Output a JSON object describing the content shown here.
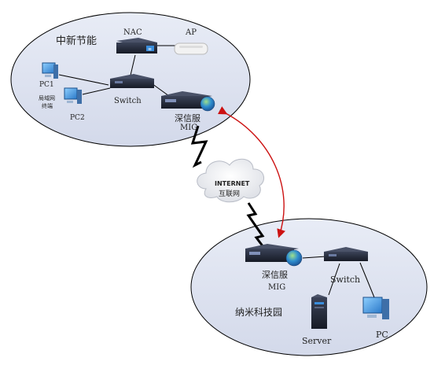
{
  "sites": {
    "top": {
      "name": "中新节能"
    },
    "bottom": {
      "name": "纳米科技园"
    }
  },
  "devices": {
    "nac": "NAC",
    "ap": "AP",
    "pc1": "PC1",
    "lan_terminal_line1": "局域网",
    "lan_terminal_line2": "终端",
    "pc2": "PC2",
    "switch_top": "Switch",
    "mig_top_line1": "深信服",
    "mig_top_line2": "MIG",
    "mig_bottom_line1": "深信服",
    "mig_bottom_line2": "MIG",
    "switch_bottom": "Switch",
    "server": "Server",
    "pc_bottom": "PC"
  },
  "internet": {
    "label_en": "INTERNET",
    "label_zh": "互联网"
  },
  "colors": {
    "vpn_link": "#cc1111",
    "ellipse_fill": "#dde3f0",
    "device_dark": "#1e2433",
    "monitor_blue": "#3a8ddb"
  }
}
